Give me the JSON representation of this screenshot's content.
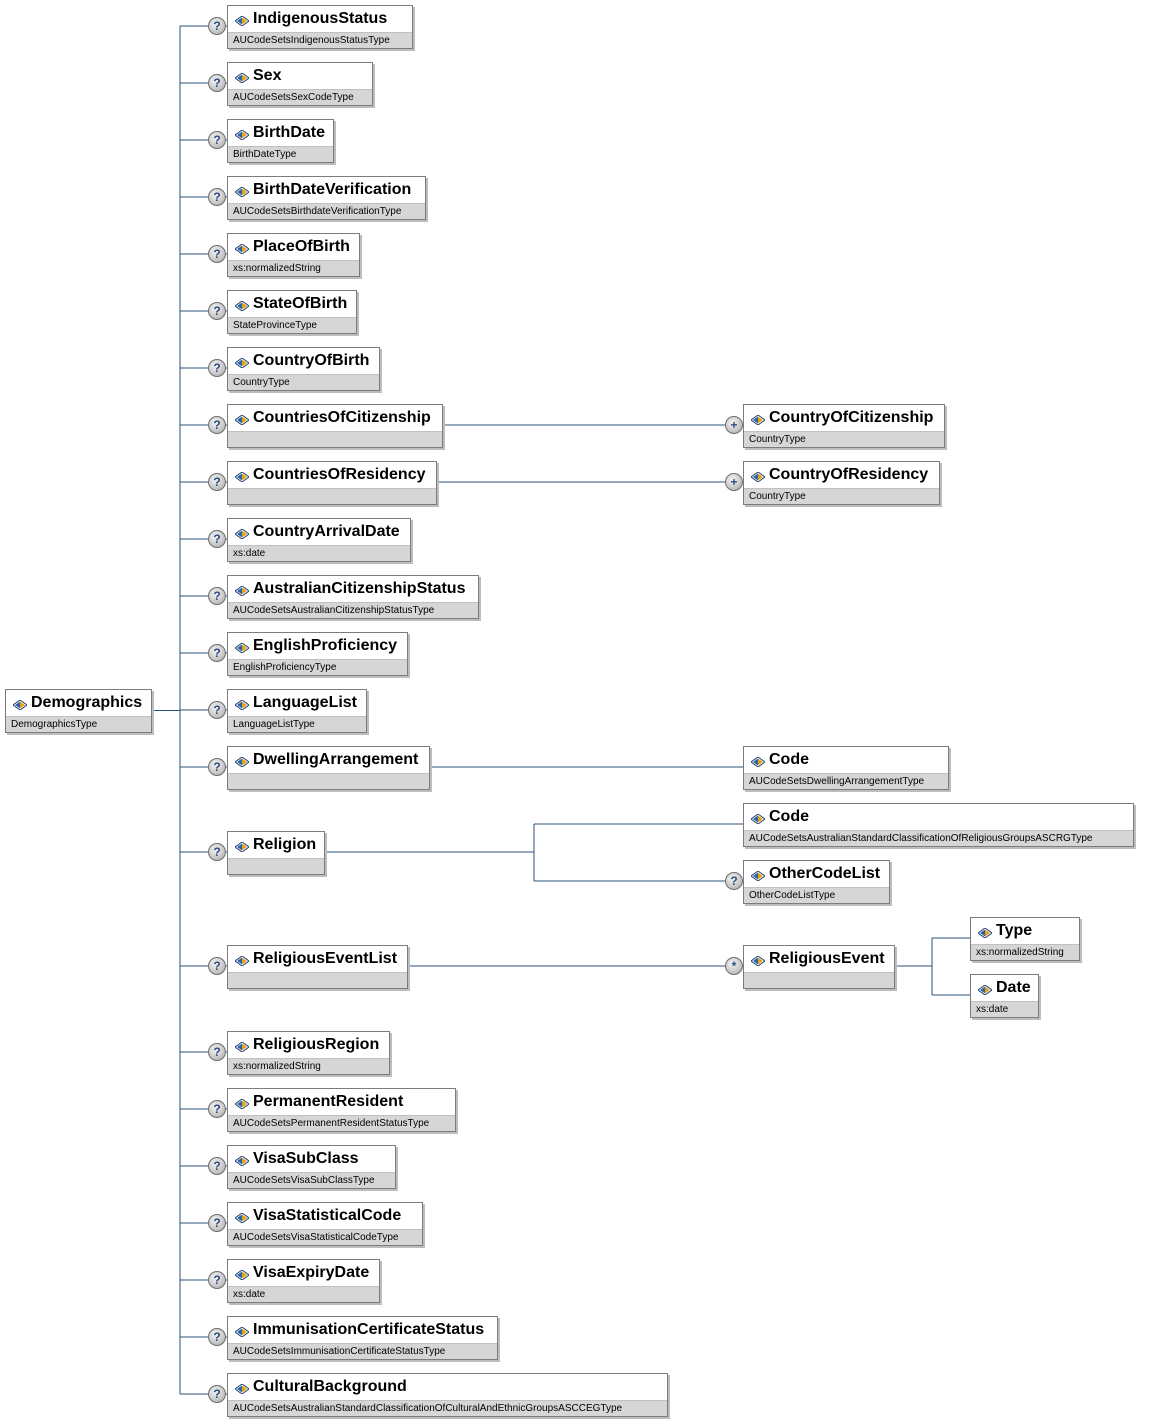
{
  "root": {
    "name": "Demographics",
    "type": "DemographicsType"
  },
  "children": [
    {
      "name": "IndigenousStatus",
      "type": "AUCodeSetsIndigenousStatusType"
    },
    {
      "name": "Sex",
      "type": "AUCodeSetsSexCodeType"
    },
    {
      "name": "BirthDate",
      "type": "BirthDateType"
    },
    {
      "name": "BirthDateVerification",
      "type": "AUCodeSetsBirthdateVerificationType"
    },
    {
      "name": "PlaceOfBirth",
      "type": "xs:normalizedString"
    },
    {
      "name": "StateOfBirth",
      "type": "StateProvinceType"
    },
    {
      "name": "CountryOfBirth",
      "type": "CountryType"
    },
    {
      "name": "CountriesOfCitizenship",
      "type": ""
    },
    {
      "name": "CountriesOfResidency",
      "type": ""
    },
    {
      "name": "CountryArrivalDate",
      "type": "xs:date"
    },
    {
      "name": "AustralianCitizenshipStatus",
      "type": "AUCodeSetsAustralianCitizenshipStatusType"
    },
    {
      "name": "EnglishProficiency",
      "type": "EnglishProficiencyType"
    },
    {
      "name": "LanguageList",
      "type": "LanguageListType"
    },
    {
      "name": "DwellingArrangement",
      "type": ""
    },
    {
      "name": "Religion",
      "type": ""
    },
    {
      "name": "ReligiousEventList",
      "type": ""
    },
    {
      "name": "ReligiousRegion",
      "type": "xs:normalizedString"
    },
    {
      "name": "PermanentResident",
      "type": "AUCodeSetsPermanentResidentStatusType"
    },
    {
      "name": "VisaSubClass",
      "type": "AUCodeSetsVisaSubClassType"
    },
    {
      "name": "VisaStatisticalCode",
      "type": "AUCodeSetsVisaStatisticalCodeType"
    },
    {
      "name": "VisaExpiryDate",
      "type": "xs:date"
    },
    {
      "name": "ImmunisationCertificateStatus",
      "type": "AUCodeSetsImmunisationCertificateStatusType"
    },
    {
      "name": "CulturalBackground",
      "type": "AUCodeSetsAustralianStandardClassificationOfCulturalAndEthnicGroupsASCCEGType"
    }
  ],
  "sub_elements": {
    "country_of_citizenship": {
      "name": "CountryOfCitizenship",
      "type": "CountryType"
    },
    "country_of_residency": {
      "name": "CountryOfResidency",
      "type": "CountryType"
    },
    "dwelling_code": {
      "name": "Code",
      "type": "AUCodeSetsDwellingArrangementType"
    },
    "religion_code": {
      "name": "Code",
      "type": "AUCodeSetsAustralianStandardClassificationOfReligiousGroupsASCRGType"
    },
    "religion_other_code_list": {
      "name": "OtherCodeList",
      "type": "OtherCodeListType"
    },
    "religious_event": {
      "name": "ReligiousEvent",
      "type": ""
    },
    "religious_event_type": {
      "name": "Type",
      "type": "xs:normalizedString"
    },
    "religious_event_date": {
      "name": "Date",
      "type": "xs:date"
    }
  },
  "badges": {
    "optional": "?",
    "one_or_more": "+",
    "zero_or_more": "*"
  },
  "colors": {
    "connector": "#2c5278",
    "type_band": "#d6d6d6",
    "border": "#7c7c7c",
    "badge_text": "#2b4d80"
  },
  "icons": {
    "element": "element-icon",
    "optional": "optional-badge-icon",
    "repeat": "repeat-badge-icon"
  }
}
